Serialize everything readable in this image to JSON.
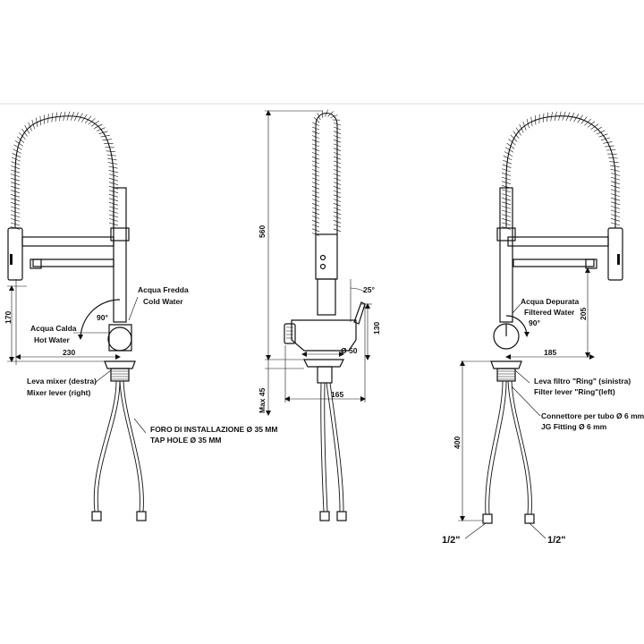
{
  "labels": {
    "left_cold_it": "Acqua Fredda",
    "left_cold_en": "Cold Water",
    "left_hot_it": "Acqua Calda",
    "left_hot_en": "Hot Water",
    "left_lever_it": "Leva mixer (destra)",
    "left_lever_en": "Mixer lever (right)",
    "hole_it": "FORO DI INSTALLAZIONE Ø 35 MM",
    "hole_en": "TAP HOLE Ø 35 MM",
    "right_filtered_it": "Acqua Depurata",
    "right_filtered_en": "Filtered Water",
    "right_lever_it": "Leva filtro \"Ring\" (sinistra)",
    "right_lever_en": "Filter lever \"Ring\"(left)",
    "fitting_it": "Connettore per tubo Ø 6 mm",
    "fitting_en": "JG Fitting Ø 6 mm"
  },
  "dimensions": {
    "left_height": "170",
    "left_reach": "230",
    "left_angle": "90°",
    "side_height": "560",
    "side_angle": "25°",
    "side_height_low": "130",
    "side_base_dia": "Ø 50",
    "side_max_thickness": "Max 45",
    "side_depth": "165",
    "right_height": "205",
    "right_reach": "185",
    "right_angle": "90°",
    "right_hose_length": "400",
    "thread_left": "1/2\"",
    "thread_right": "1/2\""
  },
  "icons": [
    "mixer-tap-front-view",
    "mixer-tap-side-view",
    "filter-tap-front-view"
  ]
}
